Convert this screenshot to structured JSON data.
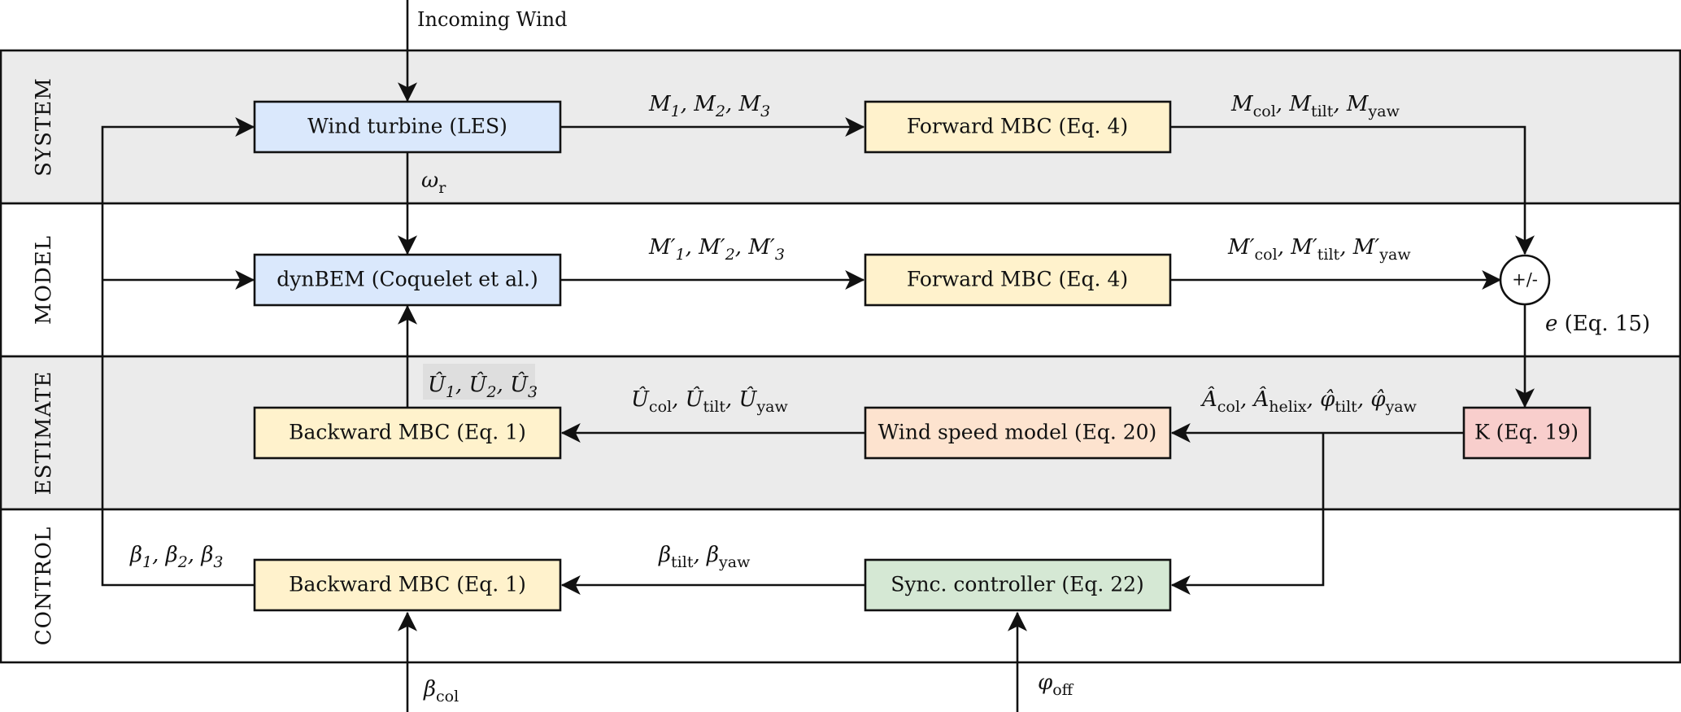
{
  "input_label": "Incoming Wind",
  "bands": {
    "system": "SYSTEM",
    "model": "MODEL",
    "estimate": "ESTIMATE",
    "control": "CONTROL"
  },
  "blocks": {
    "wind_turbine": "Wind turbine (LES)",
    "forward_mbc_system": "Forward MBC (Eq. 4)",
    "dynbem": "dynBEM (Coquelet et al.)",
    "forward_mbc_model": "Forward MBC (Eq. 4)",
    "sum_junction": "+/-",
    "backward_mbc_estimate": "Backward MBC (Eq. 1)",
    "wind_speed_model": "Wind speed model (Eq. 20)",
    "k_gain": "K (Eq. 19)",
    "backward_mbc_control": "Backward MBC (Eq. 1)",
    "sync_controller": "Sync. controller (Eq. 22)"
  },
  "signals": {
    "blade_moments": {
      "sym": [
        "M",
        "M",
        "M"
      ],
      "sub": [
        "1",
        "2",
        "3"
      ]
    },
    "mbc_moments": {
      "sym": [
        "M",
        "M",
        "M"
      ],
      "sub": [
        "col",
        "tilt",
        "yaw"
      ]
    },
    "rotor_speed": {
      "sym": "ω",
      "sub": "r"
    },
    "model_blade_moments": {
      "sym": [
        "M′",
        "M′",
        "M′"
      ],
      "sub": [
        "1",
        "2",
        "3"
      ]
    },
    "model_mbc_moments": {
      "sym": [
        "M′",
        "M′",
        "M′"
      ],
      "sub": [
        "col",
        "tilt",
        "yaw"
      ]
    },
    "error": {
      "sym": "e",
      "text": " (Eq. 15)"
    },
    "est_blade_wind": {
      "sym": [
        "Û",
        "Û",
        "Û"
      ],
      "sub": [
        "1",
        "2",
        "3"
      ]
    },
    "est_mbc_wind": {
      "sym": [
        "Û",
        "Û",
        "Û"
      ],
      "sub": [
        "col",
        "tilt",
        "yaw"
      ]
    },
    "est_helix": {
      "sym": [
        "Â",
        "Â",
        "φ̂",
        "φ̂"
      ],
      "sub": [
        "col",
        "helix",
        "tilt",
        "yaw"
      ]
    },
    "blade_pitch": {
      "sym": [
        "β",
        "β",
        "β"
      ],
      "sub": [
        "1",
        "2",
        "3"
      ]
    },
    "pitch_tilt_yaw": {
      "sym": [
        "β",
        "β"
      ],
      "sub": [
        "tilt",
        "yaw"
      ]
    },
    "collective_pitch": {
      "sym": "β",
      "sub": "col"
    },
    "phase_offset": {
      "sym": "φ",
      "sub": "off"
    }
  },
  "colors": {
    "band_gray": "#ebebeb",
    "blue_block": "#dae8fc",
    "yellow_block": "#fff2cc",
    "orange_block": "#fde3cf",
    "red_block": "#f8cecc",
    "green_block": "#d5e8d4"
  }
}
